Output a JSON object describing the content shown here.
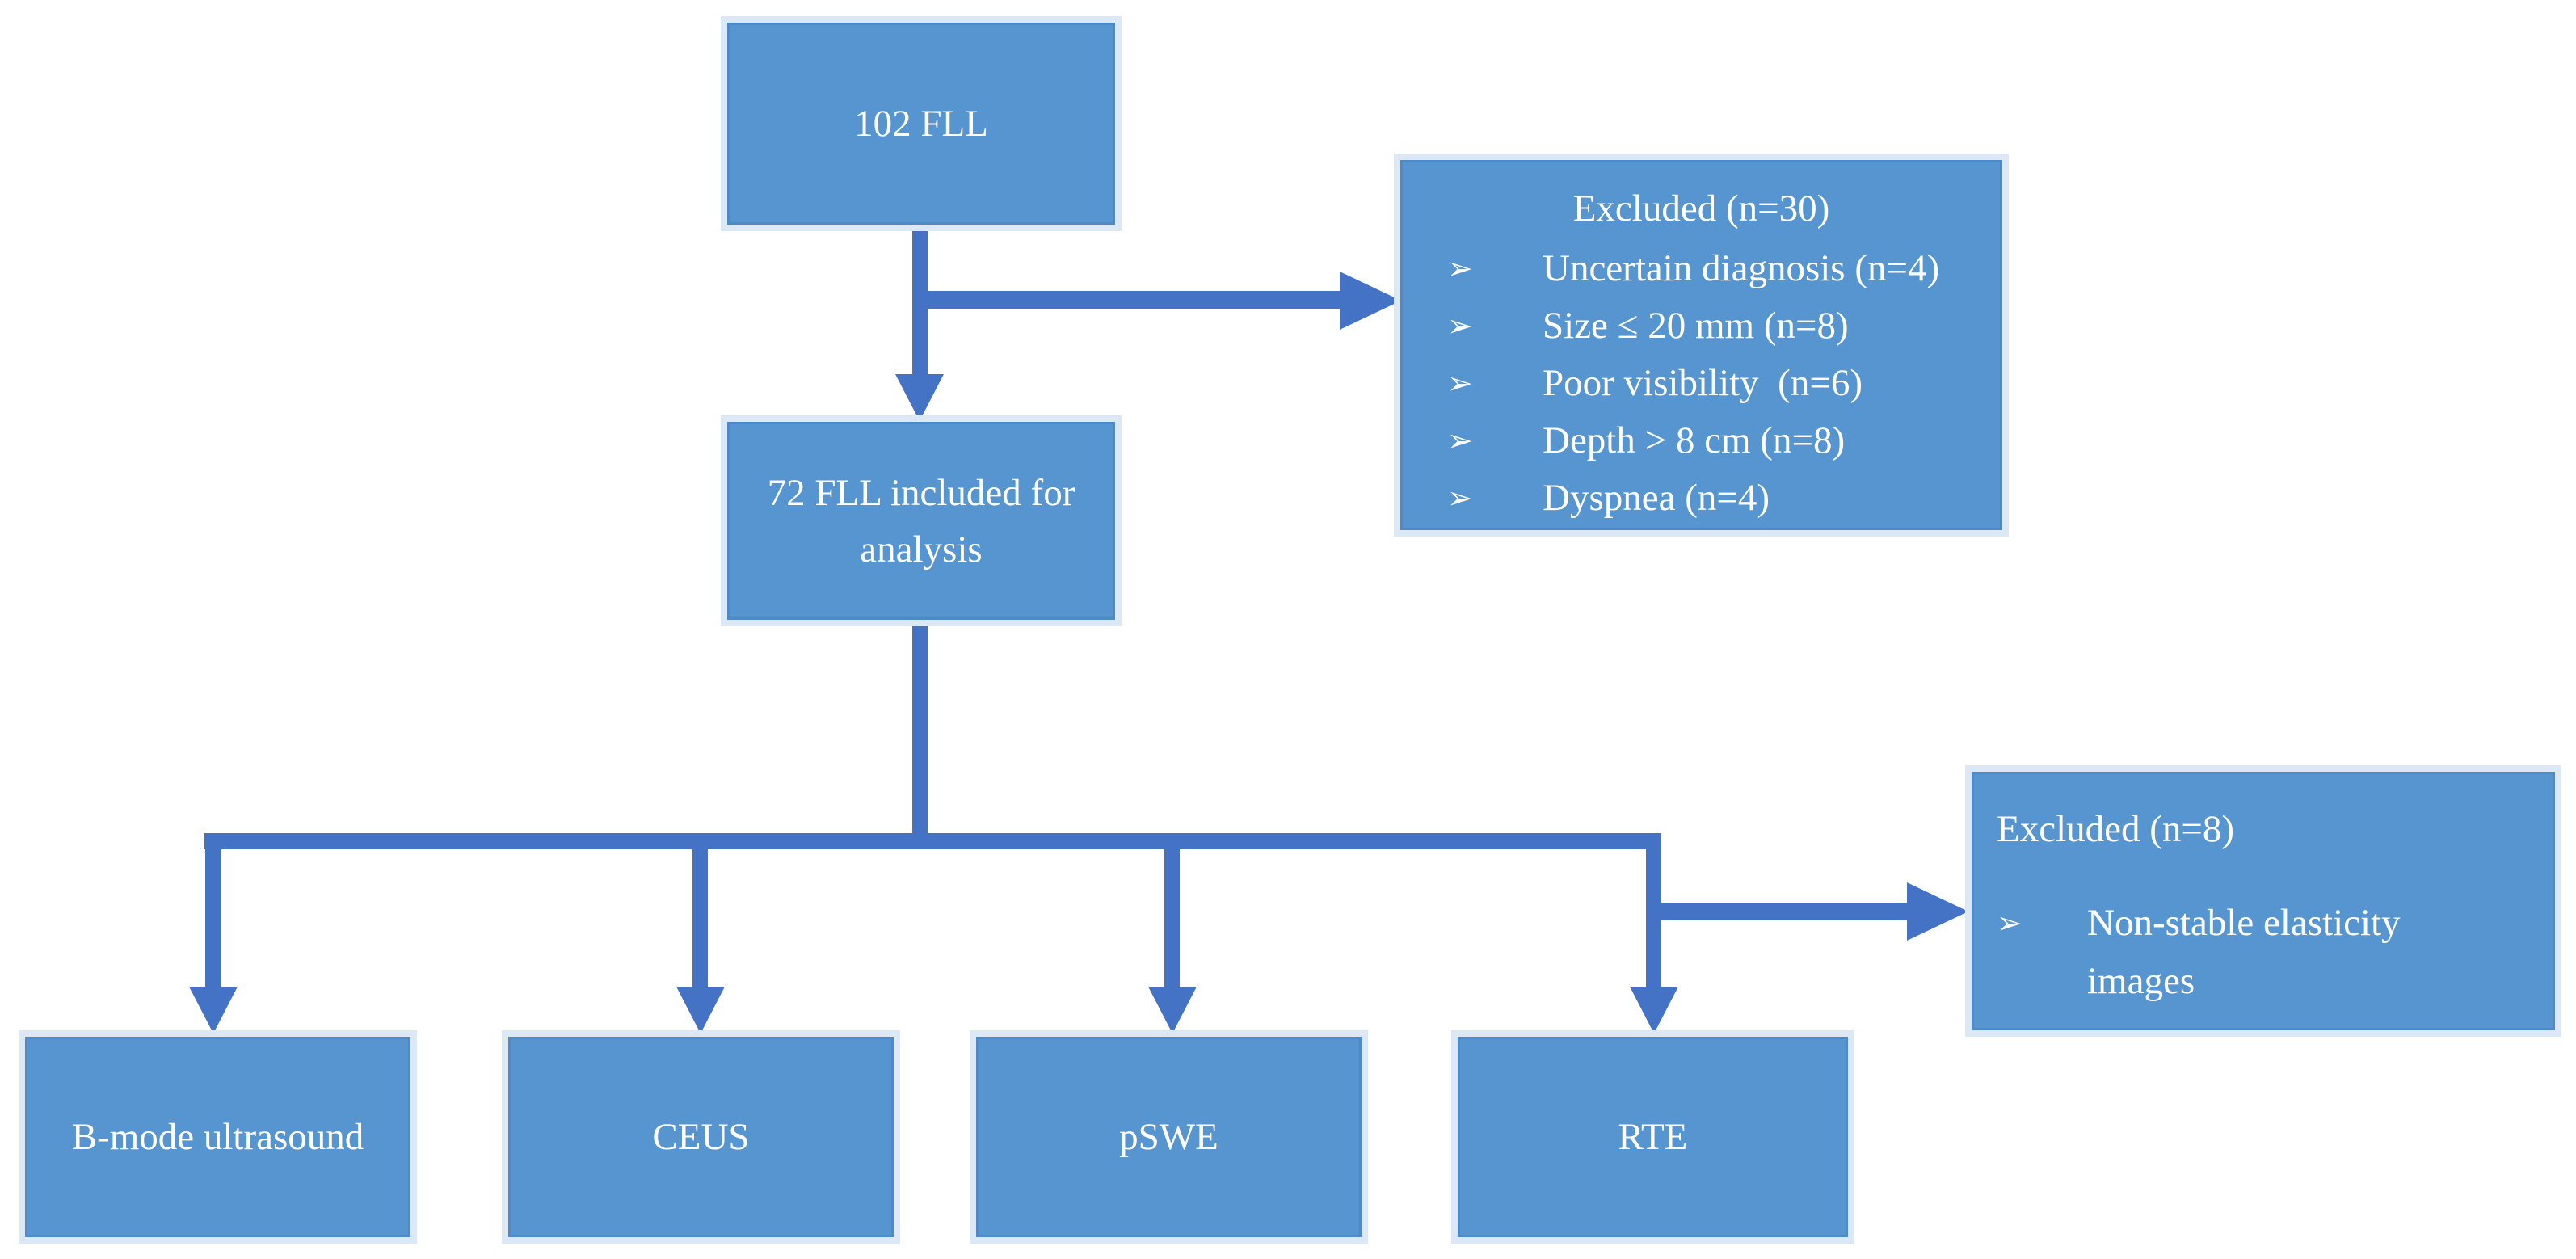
{
  "colors": {
    "box_fill": "#5695D0",
    "box_border": "#4D8AC9",
    "arrow": "#4472C4",
    "halo": "#DCE8F5",
    "text_color": "#FFFFFF"
  },
  "flowchart": {
    "top_box": {
      "label": "102 FLL"
    },
    "excluded_top": {
      "title": "Excluded (n=30)",
      "bullet_icon": "➢",
      "items": [
        "Uncertain diagnosis (n=4)",
        "Size ≤ 20 mm (n=8)",
        "Poor visibility  (n=6)",
        "Depth > 8 cm (n=8)",
        "Dyspnea (n=4)"
      ]
    },
    "included_box": {
      "label": "72 FLL included for analysis"
    },
    "modalities": [
      {
        "label": "B-mode ultrasound"
      },
      {
        "label": "CEUS"
      },
      {
        "label": "pSWE"
      },
      {
        "label": "RTE"
      }
    ],
    "excluded_bottom": {
      "title": "Excluded (n=8)",
      "bullet_icon": "➢",
      "items": [
        "Non-stable elasticity images"
      ]
    }
  }
}
